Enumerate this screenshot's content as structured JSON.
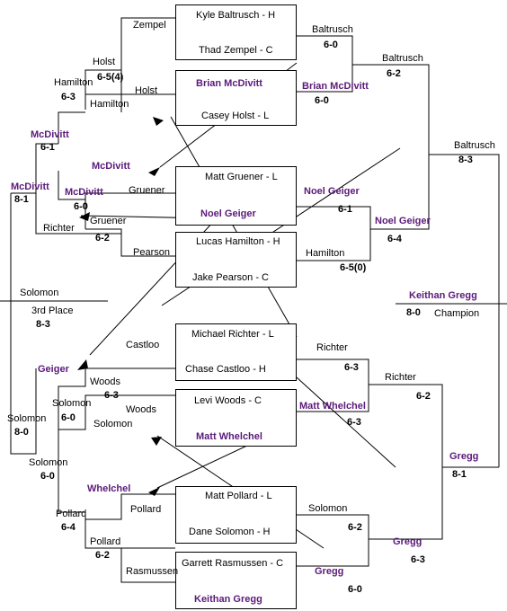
{
  "matches": [
    {
      "top": "Kyle Baltrusch - H",
      "bottom": "Thad Zempel - C"
    },
    {
      "top": "Brian McDivitt",
      "bottom": "Casey Holst - L"
    },
    {
      "top": "Matt Gruener - L",
      "bottom": "Noel Geiger"
    },
    {
      "top": "Lucas Hamilton - H",
      "bottom": "Jake Pearson - C"
    },
    {
      "top": "Michael Richter - L",
      "bottom": "Chase Castloo - H"
    },
    {
      "top": "Levi Woods - C",
      "bottom": "Matt Whelchel"
    },
    {
      "top": "Matt Pollard - L",
      "bottom": "Dane Solomon - H"
    },
    {
      "top": "Garrett Rasmussen - C",
      "bottom": "Keithan Gregg"
    }
  ],
  "labels": {
    "zempel": "Zempel",
    "holst1": "Holst",
    "holst_score": "6-5(4)",
    "holst2": "Holst",
    "hamilton1": "Hamilton",
    "hamilton1_score": "6-3",
    "hamilton2": "Hamilton",
    "mcdivitt_a": "McDivitt",
    "mcdivitt_a_score": "6-1",
    "mcdivitt_b": "McDivitt",
    "mcdivitt_b_score": "8-1",
    "mcdivitt_c": "McDivitt",
    "mcdivitt_d": "McDivitt",
    "mcdivitt_d_score": "6-0",
    "gruener1": "Gruener",
    "gruener2": "Gruener",
    "gruener2_score": "6-2",
    "richter1": "Richter",
    "pearson": "Pearson",
    "baltrusch_r1": "Baltrusch",
    "baltrusch_r1_score": "6-0",
    "mcdivitt_r1": "Brian McDivitt",
    "mcdivitt_r1_score": "6-0",
    "baltrusch_qf": "Baltrusch",
    "baltrusch_qf_score": "6-2",
    "baltrusch_sf": "Baltrusch",
    "baltrusch_sf_score": "8-3",
    "geiger_r1": "Noel Geiger",
    "geiger_r1_score": "6-1",
    "hamilton_r1": "Hamilton",
    "hamilton_r1_score": "6-5(0)",
    "geiger_qf": "Noel Geiger",
    "geiger_qf_score": "6-4",
    "champion_name": "Keithan Gregg",
    "champion_score": "8-0",
    "champion_title": "Champion",
    "solomon_3rd": "Solomon",
    "third_place": "3rd Place",
    "third_score": "8-3",
    "castloo": "Castloo",
    "geiger_cons": "Geiger",
    "woods1": "Woods",
    "woods1_score": "6-3",
    "woods2": "Woods",
    "solomon_a": "Solomon",
    "solomon_a_score": "6-0",
    "solomon_b": "Solomon",
    "solomon_c": "Solomon",
    "solomon_c_score": "8-0",
    "solomon_d": "Solomon",
    "solomon_d_score": "6-0",
    "pollard1": "Pollard",
    "pollard1_score": "6-4",
    "pollard2": "Pollard",
    "pollard3": "Pollard",
    "pollard3_score": "6-2",
    "whelchel_cons": "Whelchel",
    "rasmussen": "Rasmussen",
    "richter_r1": "Richter",
    "richter_r1_score": "6-3",
    "whelchel_r1": "Matt Whelchel",
    "whelchel_r1_score": "6-3",
    "richter_qf": "Richter",
    "richter_qf_score": "6-2",
    "solomon_r1": "Solomon",
    "solomon_r1_score": "6-2",
    "gregg_r1": "Gregg",
    "gregg_r1_score": "6-0",
    "gregg_qf": "Gregg",
    "gregg_qf_score": "6-3",
    "gregg_sf": "Gregg",
    "gregg_sf_score": "8-1"
  }
}
